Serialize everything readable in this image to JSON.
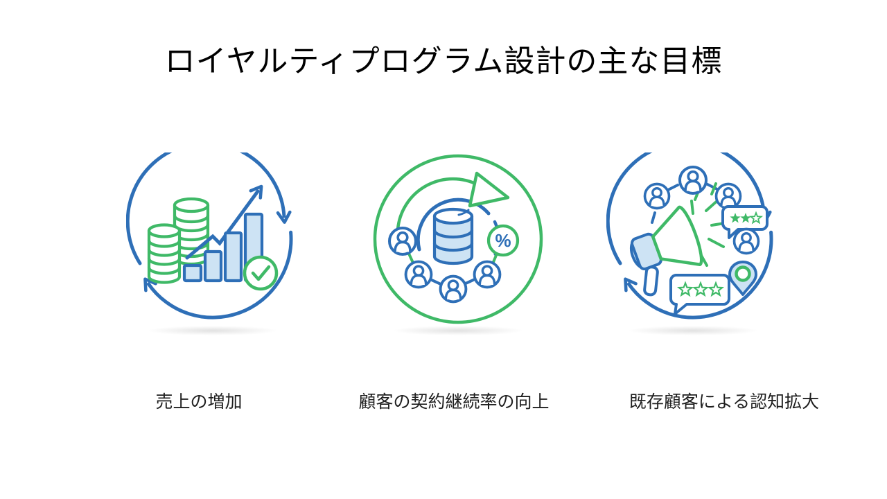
{
  "slide": {
    "title": "ロイヤルティプログラム設計の主な目標",
    "background_color": "#ffffff",
    "items": [
      {
        "icon": "sales-growth-icon",
        "label": "売上の増加"
      },
      {
        "icon": "customer-retention-icon",
        "label": "顧客の契約継続率の向上",
        "percent_symbol": "%"
      },
      {
        "icon": "advocacy-megaphone-icon",
        "label": "既存顧客による認知拡大"
      }
    ],
    "colors": {
      "line_blue": "#2e6fb7",
      "fill_light_blue": "#cde3f4",
      "line_green": "#3fb967",
      "title_text": "#000000",
      "caption_text": "#1f1f1f"
    }
  }
}
